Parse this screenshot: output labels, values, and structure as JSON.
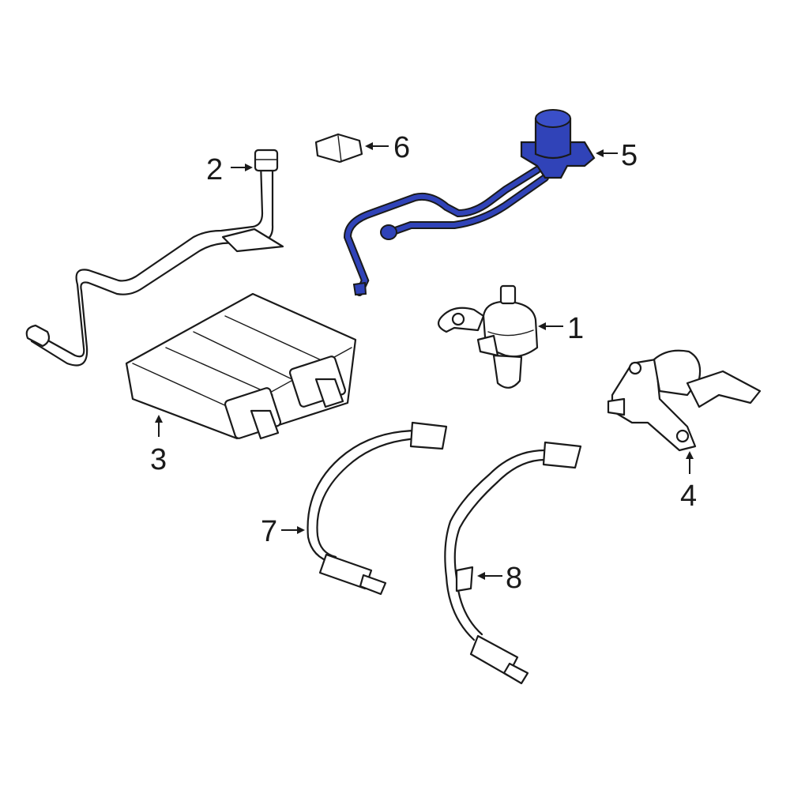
{
  "diagram": {
    "highlight_color": "#3043b8",
    "line_color": "#1a1a1a",
    "background": "#ffffff",
    "callouts": [
      {
        "id": "1",
        "label": "1"
      },
      {
        "id": "2",
        "label": "2"
      },
      {
        "id": "3",
        "label": "3"
      },
      {
        "id": "4",
        "label": "4"
      },
      {
        "id": "5",
        "label": "5"
      },
      {
        "id": "6",
        "label": "6"
      },
      {
        "id": "7",
        "label": "7"
      },
      {
        "id": "8",
        "label": "8"
      }
    ]
  }
}
